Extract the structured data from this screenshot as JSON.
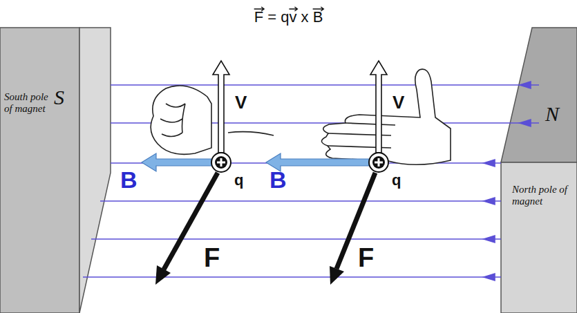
{
  "diagram": {
    "title": "F = qv x B",
    "nodes": [
      {
        "text": [
          "South pole of magnet",
          "S"
        ]
      },
      {
        "text": [
          "N",
          "North pole of magnet"
        ]
      }
    ],
    "labels": [
      "V",
      "B",
      "q",
      "F",
      "V",
      "B",
      "q",
      "F"
    ]
  }
}
